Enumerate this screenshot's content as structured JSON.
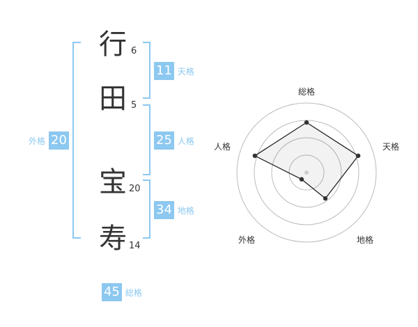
{
  "characters": [
    {
      "char": "行",
      "strokes": "6"
    },
    {
      "char": "田",
      "strokes": "5"
    },
    {
      "char": "宝",
      "strokes": "20"
    },
    {
      "char": "寿",
      "strokes": "14"
    }
  ],
  "scores": {
    "tenkaku": {
      "value": "11",
      "label": "天格"
    },
    "jinkaku": {
      "value": "25",
      "label": "人格"
    },
    "chikaku": {
      "value": "34",
      "label": "地格"
    },
    "gaikaku": {
      "value": "20",
      "label": "外格"
    },
    "soukaku": {
      "value": "45",
      "label": "総格"
    }
  },
  "chart_data": {
    "type": "radar",
    "axes": [
      "総格",
      "天格",
      "地格",
      "外格",
      "人格"
    ],
    "values": [
      0.72,
      0.78,
      0.46,
      0.12,
      0.78
    ],
    "rings": 4
  }
}
